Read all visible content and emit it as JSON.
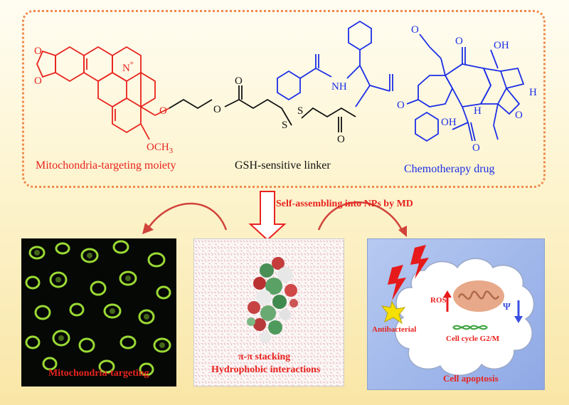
{
  "top": {
    "moiety_label": "Mitochondria-targeting moiety",
    "linker_label": "GSH-sensitive linker",
    "drug_label": "Chemotherapy drug",
    "och3": "OCH",
    "och3_sub": "3",
    "n_plus": "N",
    "plus": "+",
    "nh": "NH",
    "oh": "OH",
    "h": "H",
    "o": "O",
    "s": "S"
  },
  "arrow_label": "Self-assembling into NPs by MD",
  "panels": {
    "left_caption": "Mitochondria-targeting",
    "middle_line1": "π-π stacking",
    "middle_line2": "Hydrophobic interactions",
    "right_antibacterial": "Antibacterial",
    "right_ros": "ROS",
    "right_psi": "Ψ",
    "right_cell_cycle": "Cell cycle G2/M",
    "right_apoptosis": "Cell apoptosis"
  },
  "colors": {
    "red": "#e8231e",
    "blue": "#1b2ee6",
    "frame": "#ef8a4d",
    "cell_green": "#9ad934"
  }
}
